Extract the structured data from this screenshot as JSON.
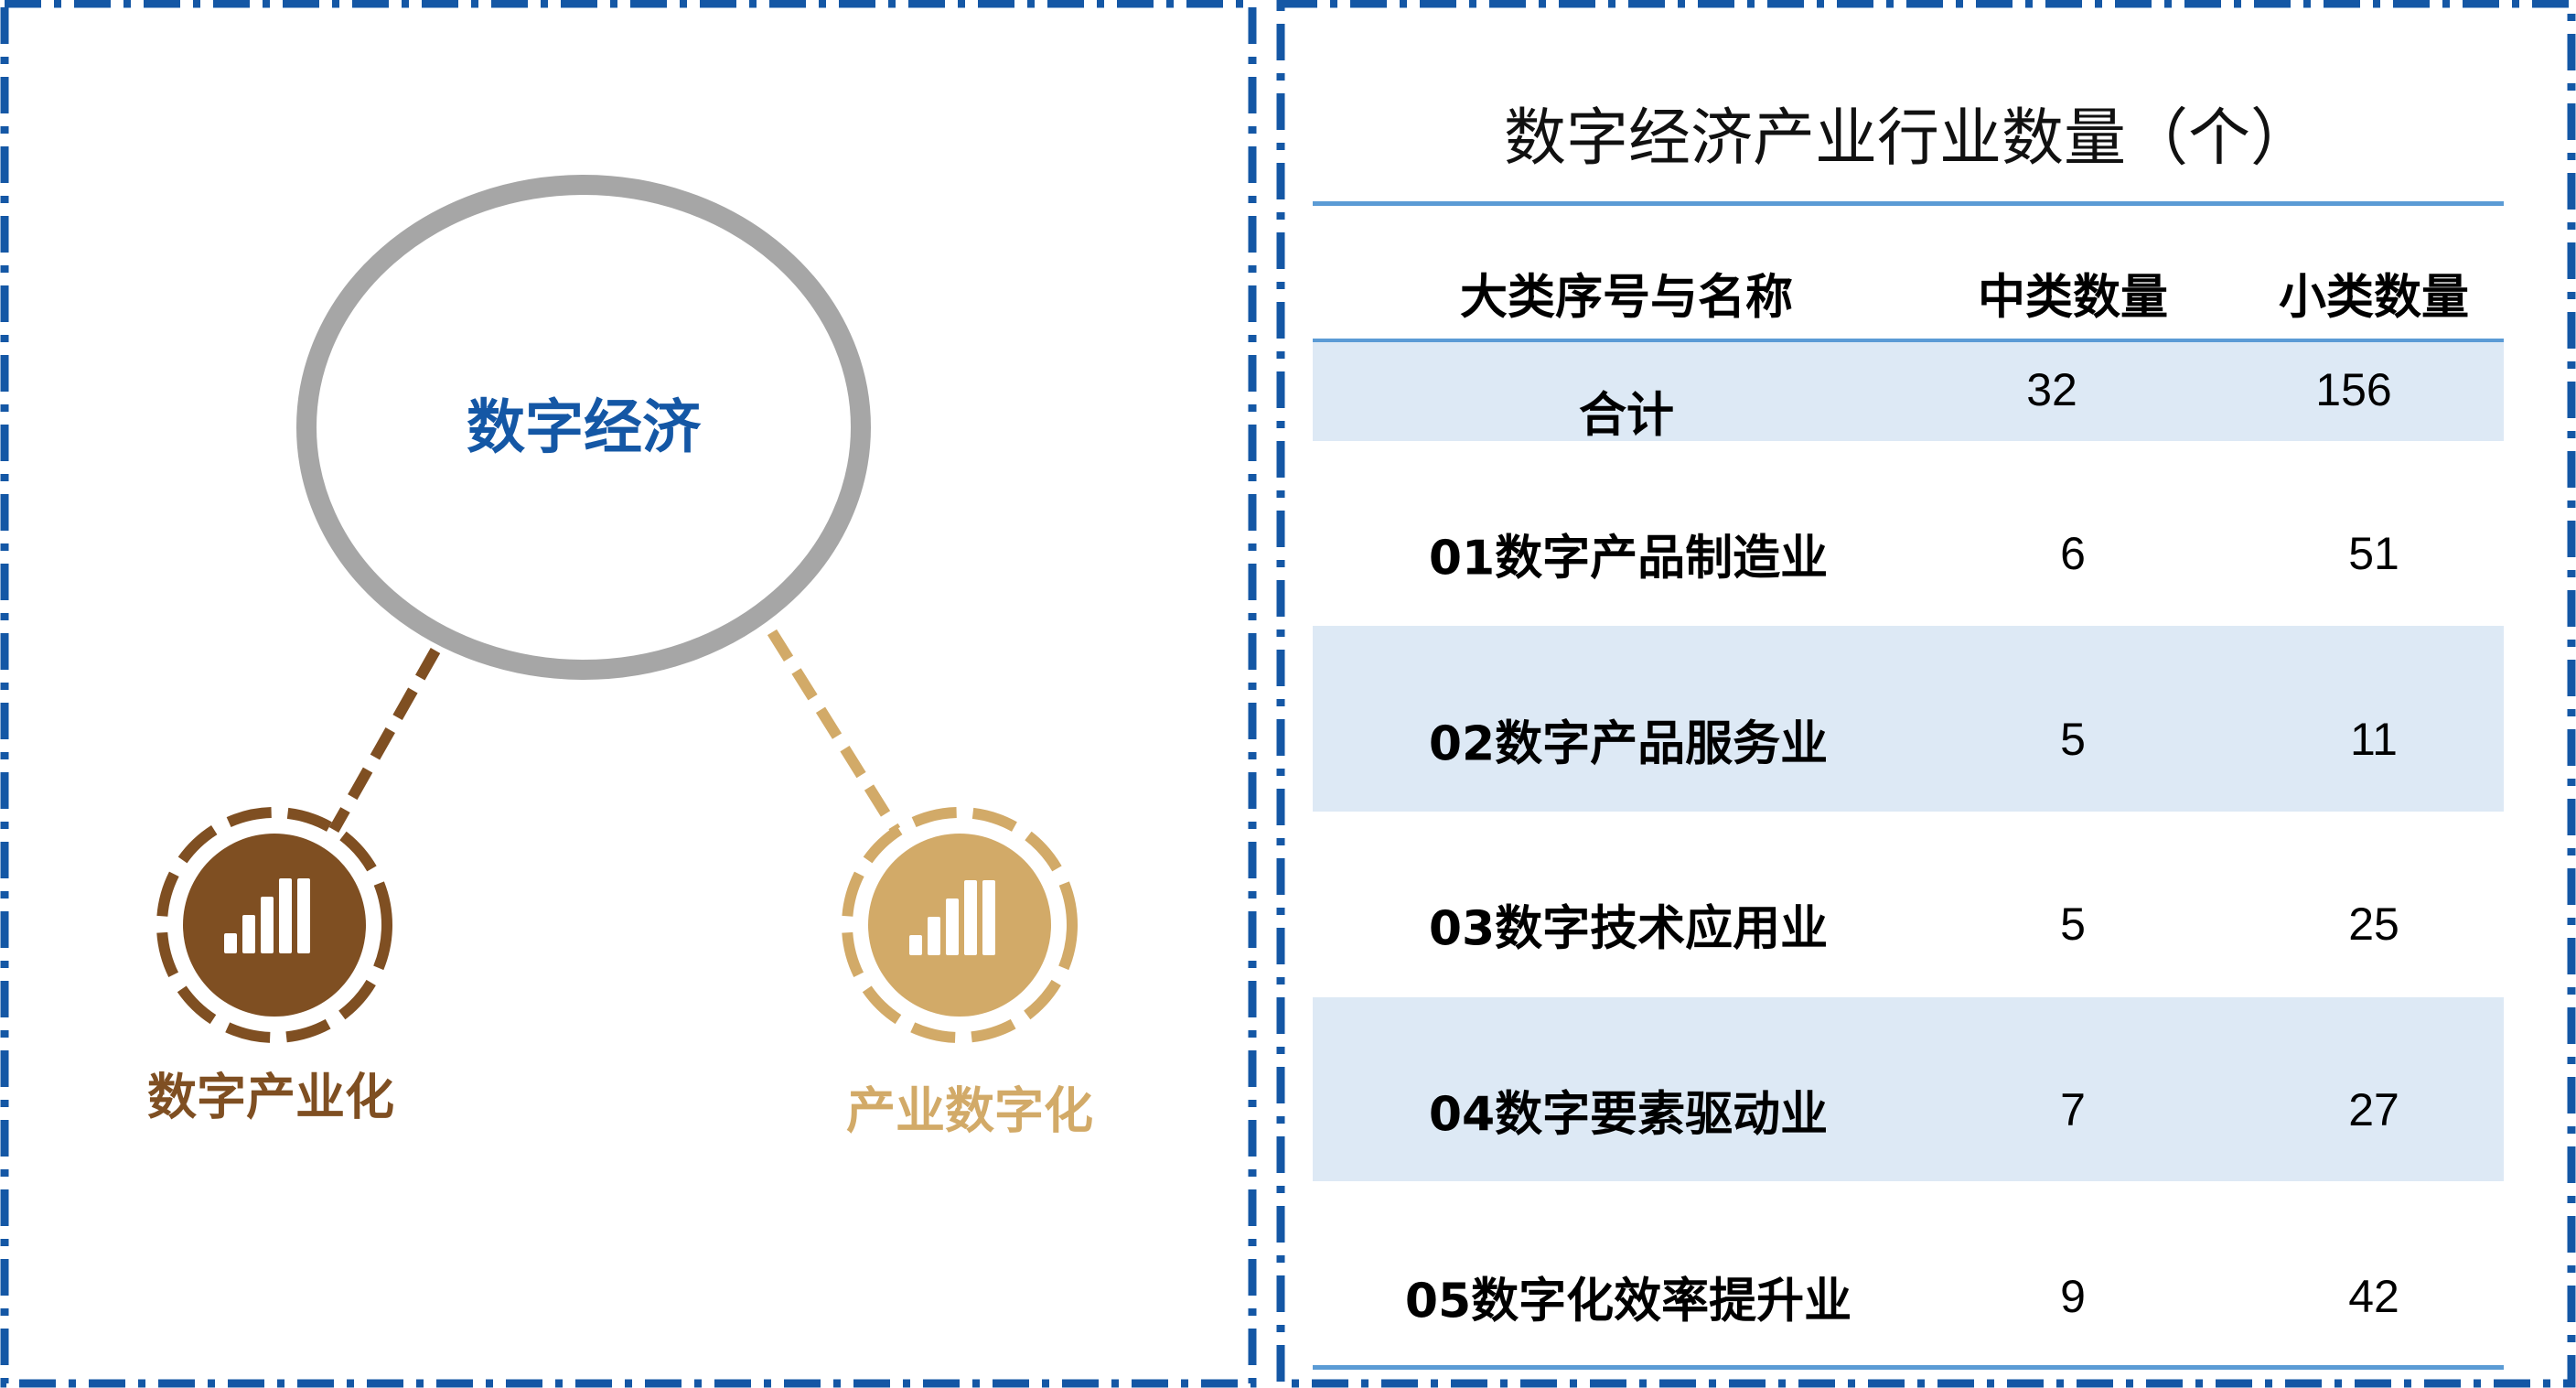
{
  "diagram": {
    "center_label": "数字经济",
    "left_node_label": "数字产业化",
    "right_node_label": "产业数字化",
    "left_node_icon": "bar-chart-icon",
    "right_node_icon": "bar-chart-icon",
    "colors": {
      "border": "#1457a5",
      "center_text": "#1457a5",
      "ellipse": "#a6a6a6",
      "left": "#7f4f22",
      "right": "#d2aa68",
      "table_line": "#5b9bd5",
      "row_fill": "#dde9f5"
    }
  },
  "table": {
    "title": "数字经济产业行业数量（个）",
    "headers": [
      "大类序号与名称",
      "中类数量",
      "小类数量"
    ],
    "total": {
      "name": "合计",
      "mid": "32",
      "small": "156"
    },
    "rows": [
      {
        "name": "01数字产品制造业",
        "mid": "6",
        "small": "51"
      },
      {
        "name": "02数字产品服务业",
        "mid": "5",
        "small": "11"
      },
      {
        "name": "03数字技术应用业",
        "mid": "5",
        "small": "25"
      },
      {
        "name": "04数字要素驱动业",
        "mid": "7",
        "small": "27"
      },
      {
        "name": "05数字化效率提升业",
        "mid": "9",
        "small": "42"
      }
    ]
  }
}
